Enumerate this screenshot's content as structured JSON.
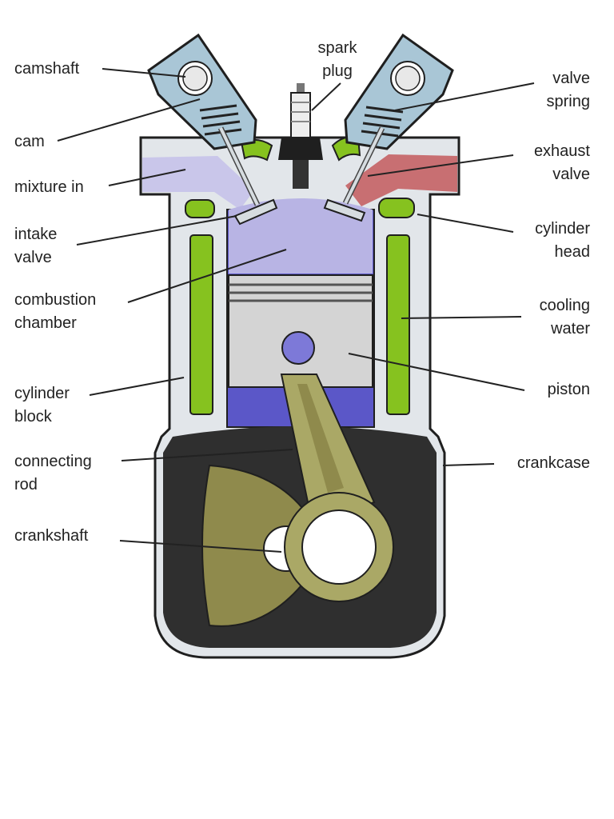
{
  "labels": {
    "camshaft": "camshaft",
    "cam": "cam",
    "mixture_in": "mixture in",
    "intake_valve": [
      "intake",
      "valve"
    ],
    "combustion_chamber": [
      "combustion",
      "chamber"
    ],
    "cylinder_block": [
      "cylinder",
      "block"
    ],
    "connecting_rod": [
      "connecting",
      "rod"
    ],
    "crankshaft": "crankshaft",
    "spark_plug": [
      "spark",
      "plug"
    ],
    "valve_spring": [
      "valve",
      "spring"
    ],
    "exhaust_valve": [
      "exhaust",
      "valve"
    ],
    "cylinder_head": [
      "cylinder",
      "head"
    ],
    "cooling_water": [
      "cooling",
      "water"
    ],
    "piston": "piston",
    "crankcase": "crankcase"
  },
  "colors": {
    "outline": "#1f1f1f",
    "casing": "#e2e6ea",
    "cam_housing": "#a9c6d6",
    "cooling_water": "#86c21f",
    "mixture_in": "#c9c6ea",
    "exhaust": "#c86f72",
    "combustion_chamber": "#b8b4e4",
    "cylinder_bore": "#5b57c8",
    "piston": "#d4d4d4",
    "crankcase": "#2f2f2f",
    "connecting_rod": "#aaa866",
    "crank_counterweight": "#8f8a4c"
  }
}
